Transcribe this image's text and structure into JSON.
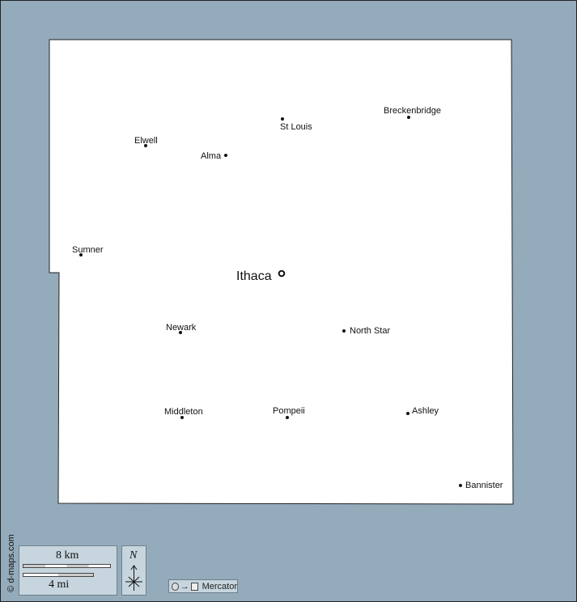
{
  "map": {
    "capital": {
      "name": "Ithaca"
    },
    "places": [
      {
        "name": "St Louis"
      },
      {
        "name": "Breckenbridge"
      },
      {
        "name": "Elwell"
      },
      {
        "name": "Alma"
      },
      {
        "name": "Sumner"
      },
      {
        "name": "Newark"
      },
      {
        "name": "North Star"
      },
      {
        "name": "Middleton"
      },
      {
        "name": "Pompeii"
      },
      {
        "name": "Ashley"
      },
      {
        "name": "Bannister"
      }
    ],
    "colors": {
      "water": "#94abbc",
      "land": "#ffffff",
      "panel": "#c7d5de"
    }
  },
  "scale": {
    "km_label": "8 km",
    "mi_label": "4 mi"
  },
  "north": {
    "label": "N"
  },
  "projection": {
    "from_icon": "circle-icon",
    "arrow": "→",
    "to_icon": "square-icon",
    "label": "Mercator"
  },
  "copyright": "© d-maps.com"
}
